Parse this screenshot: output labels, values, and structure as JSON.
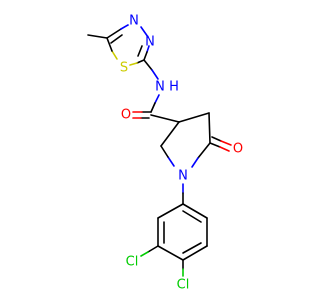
{
  "atoms": {
    "thiadiazole_s": "S",
    "thiadiazole_n3": "N",
    "thiadiazole_n4": "N",
    "amide_nh": "N",
    "amide_h": "H",
    "amide_o": "O",
    "lactam_o": "O",
    "pyrrolidine_n": "N",
    "cl_meta": "Cl",
    "cl_para": "Cl"
  },
  "colors": {
    "carbon_bond": "#000000",
    "nitrogen": "#0000ff",
    "oxygen": "#ff0000",
    "sulfur": "#cccc00",
    "chlorine": "#00cc00"
  }
}
